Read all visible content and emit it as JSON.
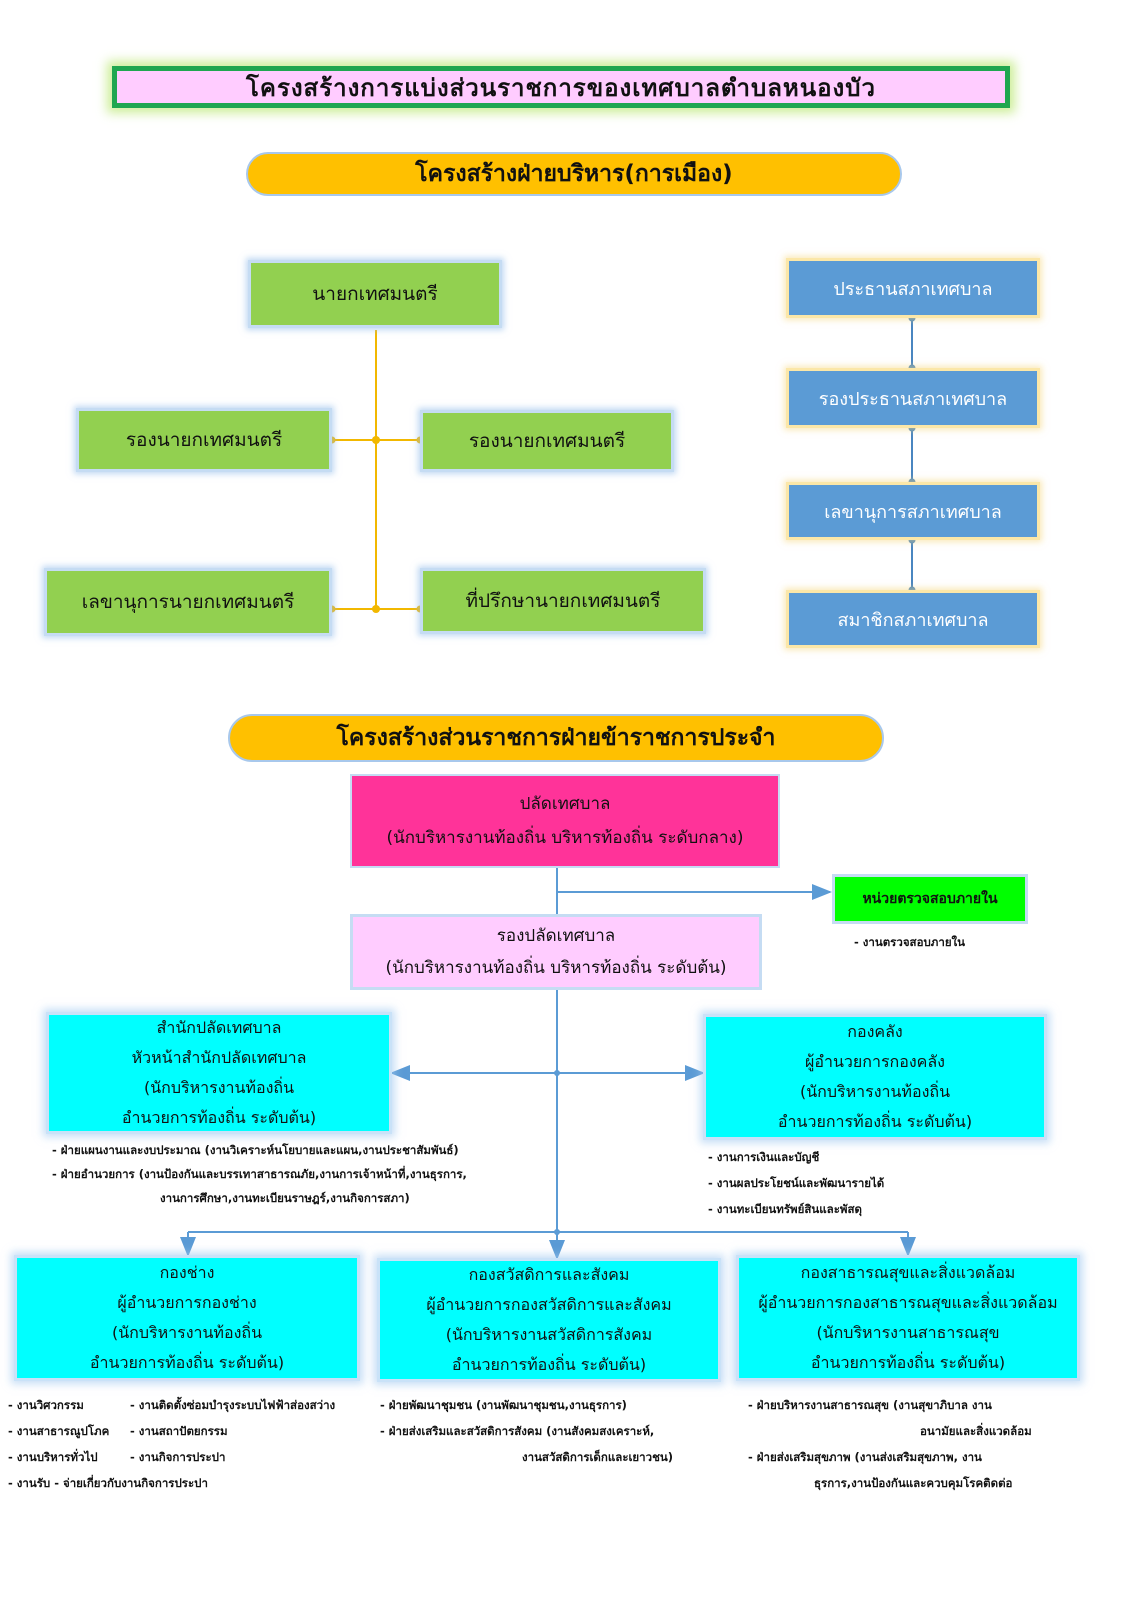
{
  "main_title": "โครงสร้างการแบ่งส่วนราชการของเทศบาลตำบลหนองบัว",
  "executive": {
    "heading": "โครงสร้างฝ่ายบริหาร(การเมือง)",
    "mayor": "นายกเทศมนตรี",
    "deputy_left": "รองนายกเทศมนตรี",
    "deputy_right": "รองนายกเทศมนตรี",
    "secretary": "เลขานุการนายกเทศมนตรี",
    "advisor": "ที่ปรึกษานายกเทศมนตรี"
  },
  "council": {
    "chair": "ประธานสภาเทศบาล",
    "vice_chair": "รองประธานสภาเทศบาล",
    "secretary": "เลขานุการสภาเทศบาล",
    "members": "สมาชิกสภาเทศบาล"
  },
  "civil": {
    "heading": "โครงสร้างส่วนราชการฝ่ายข้าราชการประจำ",
    "clerk": {
      "line1": "ปลัดเทศบาล",
      "line2": "(นักบริหารงานท้องถิ่น บริหารท้องถิ่น ระดับกลาง)"
    },
    "audit": "หน่วยตรวจสอบภายใน",
    "audit_note": "- งานตรวจสอบภายใน",
    "deputy_clerk": {
      "line1": "รองปลัดเทศบาล",
      "line2": "(นักบริหารงานท้องถิ่น บริหารท้องถิ่น ระดับต้น)"
    },
    "office": {
      "lines": [
        "สำนักปลัดเทศบาล",
        "หัวหน้าสำนักปลัดเทศบาล",
        "(นักบริหารงานท้องถิ่น",
        "อำนวยการท้องถิ่น ระดับต้น)"
      ],
      "notes": [
        "- ฝ่ายแผนงานและงบประมาณ (งานวิเคราะห์นโยบายและแผน,งานประชาสัมพันธ์)",
        "- ฝ่ายอำนวยการ (งานป้องกันและบรรเทาสาธารณภัย,งานการเจ้าหน้าที่,งานธุรการ,",
        "งานการศึกษา,งานทะเบียนราษฎร์,งานกิจการสภา)"
      ]
    },
    "finance": {
      "lines": [
        "กองคลัง",
        "ผู้อำนวยการกองคลัง",
        "(นักบริหารงานท้องถิ่น",
        "อำนวยการท้องถิ่น ระดับต้น)"
      ],
      "notes": [
        "- งานการเงินและบัญชี",
        "- งานผลประโยชน์และพัฒนารายได้",
        "- งานทะเบียนทรัพย์สินและพัสดุ"
      ]
    },
    "engineering": {
      "lines": [
        "กองช่าง",
        "ผู้อำนวยการกองช่าง",
        "(นักบริหารงานท้องถิ่น",
        "อำนวยการท้องถิ่น ระดับต้น)"
      ],
      "notes_left": [
        "- งานวิศวกรรม",
        "- งานสาธารณูปโภค",
        "- งานบริหารทั่วไป",
        "- งานรับ - จ่ายเกี่ยวกับงานกิจการประปา"
      ],
      "notes_right": [
        "- งานติดตั้งซ่อมบำรุงระบบไฟฟ้าส่องสว่าง",
        "- งานสถาปัตยกรรม",
        "- งานกิจการประปา"
      ]
    },
    "welfare": {
      "lines": [
        "กองสวัสดิการและสังคม",
        "ผู้อำนวยการกองสวัสดิการและสังคม",
        "(นักบริหารงานสวัสดิการสังคม",
        "อำนวยการท้องถิ่น ระดับต้น)"
      ],
      "notes": [
        "- ฝ่ายพัฒนาชุมชน (งานพัฒนาชุมชน,งานธุรการ)",
        "- ฝ่ายส่งเสริมและสวัสดิการสังคม (งานสังคมสงเคราะห์,",
        "งานสวัสดิการเด็กและเยาวชน)"
      ]
    },
    "health": {
      "lines": [
        "กองสาธารณสุขและสิ่งแวดล้อม",
        "ผู้อำนวยการกองสาธารณสุขและสิ่งแวดล้อม",
        "(นักบริหารงานสาธารณสุข",
        "อำนวยการท้องถิ่น ระดับต้น)"
      ],
      "notes": [
        "- ฝ่ายบริหารงานสาธารณสุข (งานสุขาภิบาล งาน",
        "อนามัยและสิ่งแวดล้อม",
        "- ฝ่ายส่งเสริมสุขภาพ (งานส่งเสริมสุขภาพ, งาน",
        "ธุรการ,งานป้องกันและควบคุมโรคติดต่อ"
      ]
    }
  },
  "colors": {
    "title_fill": "#ffccff",
    "title_border": "#1fa650",
    "heading_fill": "#ffc000",
    "exec_fill": "#92d050",
    "council_fill": "#5b9bd5",
    "clerk_fill": "#ff3399",
    "deputy_fill": "#ffccff",
    "audit_fill": "#00ff00",
    "division_fill": "#00ffff",
    "exec_line": "#f2b800",
    "civil_line": "#5b9bd5"
  }
}
